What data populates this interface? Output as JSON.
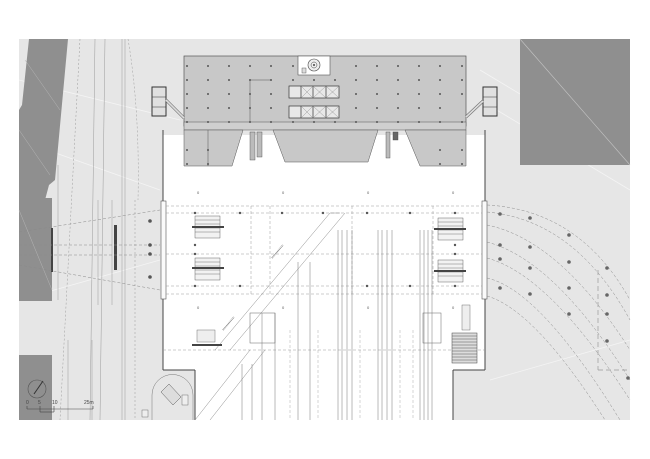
{
  "drawing": {
    "type": "architectural-floor-plan",
    "subject": "railway station concourse level plan",
    "colors": {
      "page": "#ffffff",
      "site_ground": "#e6e6e6",
      "concourse_floor": "#ffffff",
      "upper_building": "#c8c8c8",
      "neighbor_blocks": "#8f8f8f",
      "linework": "#555555",
      "faint_linework": "#b0b0b0",
      "column_dots": "#555555"
    }
  },
  "scale_bar": {
    "ticks": [
      "0",
      "5",
      "10",
      "25m"
    ]
  },
  "north_arrow": {
    "icon": "north-arrow-circle"
  },
  "elements": {
    "upper_building": "office block above concourse with column grid",
    "core": "central stair/lift core",
    "spiral_stair": "spiral stair on roof terrace",
    "stair_towers": [
      "west stair tower",
      "east stair tower"
    ],
    "concourse": "main station hall",
    "platforms": "track platforms running south",
    "curved_tracks": "eastern curved track approach",
    "escalators": [
      "NW escalator pair",
      "SW escalator pair",
      "NE escalator pair",
      "SE escalator pair"
    ],
    "neighbor_buildings": [
      "west block north",
      "west block middle",
      "west block south",
      "east block"
    ]
  }
}
